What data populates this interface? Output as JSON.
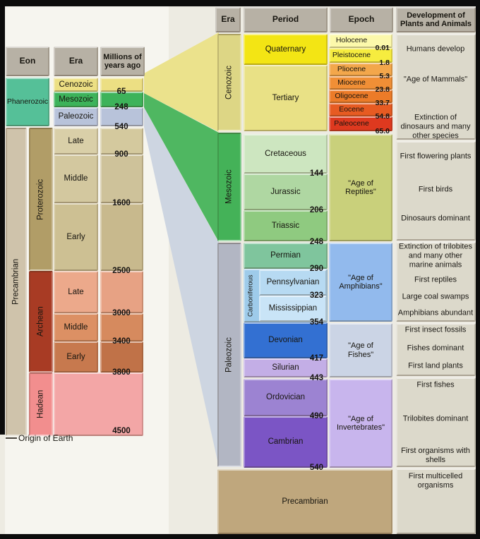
{
  "palette": {
    "frame": "#0c0c0c",
    "page_bg": "#edebe2",
    "header_box": "#b7b1a5",
    "text": "#17150f",
    "phanerozoic": "#55c098",
    "cenozoic_band": "#ecdf83",
    "mesozoic_band": "#3db35a",
    "paleozoic_band": "#b8c3da",
    "precambrian_left": "#cfc3ab",
    "proterozoic_strip": "#b19d67",
    "archean_strip": "#a83b24",
    "hadean_strip": "#f28e8e",
    "hadean_cell": "#f3a6a6",
    "proterozoic_rows": [
      "#d9cfa8",
      "#d3c89f",
      "#cdc093"
    ],
    "archean_rows": [
      "#eca98b",
      "#dc9064",
      "#c7794e"
    ],
    "cenozoic_strip": "#ddd685",
    "mesozoic_strip": "#44b258",
    "paleozoic_strip": "#b2b6c3",
    "precambrian_right": "#bfa77d",
    "quaternary": "#f3e514",
    "tertiary": "#e9e186",
    "cretaceous": "#cde6c0",
    "jurassic": "#afd7a2",
    "triassic": "#8fca80",
    "permian": "#7fc59d",
    "carboniferous": "#9ecbea",
    "pennsylvanian": "#b7daf2",
    "mississippian": "#c9e4f7",
    "devonian": "#3370d2",
    "silurian": "#c3aee6",
    "ordovician": "#9c83d2",
    "cambrian": "#7b55c5",
    "holocene": "#fcf9ab",
    "pleistocene": "#f6ec3f",
    "pliocene": "#f3a74b",
    "miocene": "#f08f36",
    "oligocene": "#ec7b28",
    "eocene": "#e75b22",
    "paleocene": "#de391f",
    "age_reptiles": "#c9d07b",
    "age_amphibians": "#92baed",
    "age_fishes": "#cbd4e5",
    "age_invertebrates": "#c8b5ed",
    "development_box": "#dcd9cb",
    "wedge_yellow": "#ebe28c",
    "wedge_green": "#4fb761",
    "wedge_blue": "#cdd5e1"
  },
  "left": {
    "headers": {
      "eon": "Eon",
      "era": "Era",
      "years": "Millions of years ago"
    },
    "phanerozoic": {
      "label": "Phanerozoic"
    },
    "eras": [
      {
        "label": "Cenozoic",
        "end": "65"
      },
      {
        "label": "Mesozoic",
        "end": "248"
      },
      {
        "label": "Paleozoic",
        "end": "540"
      }
    ],
    "precambrian": {
      "label": "Precambrian"
    },
    "proterozoic": {
      "label": "Proterozoic",
      "rows": [
        {
          "label": "Late",
          "end": "900"
        },
        {
          "label": "Middle",
          "end": "1600"
        },
        {
          "label": "Early",
          "end": "2500"
        }
      ]
    },
    "archean": {
      "label": "Archean",
      "rows": [
        {
          "label": "Late",
          "end": "3000"
        },
        {
          "label": "Middle",
          "end": "3400"
        },
        {
          "label": "Early",
          "end": "3800"
        }
      ]
    },
    "hadean": {
      "label": "Hadean",
      "end": "4500"
    },
    "origin": "Origin of Earth"
  },
  "right": {
    "headers": {
      "era": "Era",
      "period": "Period",
      "epoch": "Epoch",
      "development": "Development of Plants and Animals"
    },
    "eras": [
      {
        "label": "Cenozoic"
      },
      {
        "label": "Mesozoic"
      },
      {
        "label": "Paleozoic"
      }
    ],
    "periods": [
      {
        "label": "Quaternary"
      },
      {
        "label": "Tertiary"
      },
      {
        "label": "Cretaceous",
        "end": "144"
      },
      {
        "label": "Jurassic",
        "end": "206"
      },
      {
        "label": "Triassic",
        "end": "248"
      },
      {
        "label": "Permian",
        "end": "290"
      },
      {
        "label": "Pennsylvanian",
        "end": "323"
      },
      {
        "label": "Mississippian",
        "end": "354"
      },
      {
        "label": "Devonian",
        "end": "417"
      },
      {
        "label": "Silurian",
        "end": "443"
      },
      {
        "label": "Ordovician",
        "end": "490"
      },
      {
        "label": "Cambrian",
        "end": "540"
      }
    ],
    "carboniferous_label": "Carboniferous",
    "epochs": [
      {
        "label": "Holocene",
        "end": "0.01"
      },
      {
        "label": "Pleistocene",
        "end": "1.8"
      },
      {
        "label": "Pliocene",
        "end": "5.3"
      },
      {
        "label": "Miocene",
        "end": "23.8"
      },
      {
        "label": "Oligocene",
        "end": "33.7"
      },
      {
        "label": "Eocene",
        "end": "54.8"
      },
      {
        "label": "Paleocene",
        "end": "65.0"
      }
    ],
    "ages": [
      {
        "label": "\"Age of Reptiles\""
      },
      {
        "label": "\"Age of Amphibians\""
      },
      {
        "label": "\"Age of Fishes\""
      },
      {
        "label": "\"Age of Invertebrates\""
      }
    ],
    "precambrian_label": "Precambrian",
    "developments": [
      {
        "label": "Humans develop"
      },
      {
        "label": "\"Age of Mammals\""
      },
      {
        "label": "Extinction of dinosaurs and many other species"
      },
      {
        "label": "First flowering plants"
      },
      {
        "label": "First birds"
      },
      {
        "label": "Dinosaurs dominant"
      },
      {
        "label": "Extinction of trilobites and many other marine animals"
      },
      {
        "label": "First reptiles"
      },
      {
        "label": "Large coal swamps"
      },
      {
        "label": "Amphibians abundant"
      },
      {
        "label": "First insect fossils"
      },
      {
        "label": "Fishes dominant"
      },
      {
        "label": "First land plants"
      },
      {
        "label": "First fishes"
      },
      {
        "label": "Trilobites dominant"
      },
      {
        "label": "First organisms with shells"
      },
      {
        "label": "First multicelled organisms"
      }
    ]
  }
}
